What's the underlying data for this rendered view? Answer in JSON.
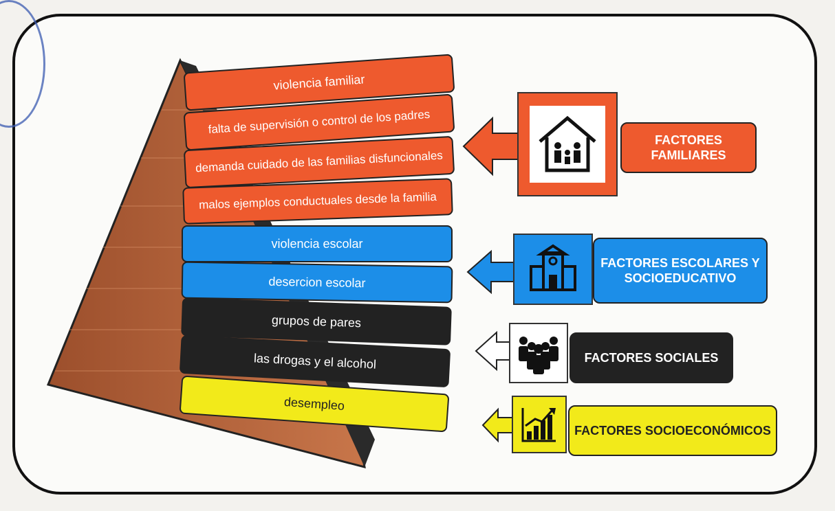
{
  "pyramid": {
    "bars": [
      {
        "text": "violencia familiar",
        "group": "red"
      },
      {
        "text": "falta de supervisión o control de los padres",
        "group": "red"
      },
      {
        "text": "demanda cuidado de las familias disfuncionales",
        "group": "red"
      },
      {
        "text": "malos ejemplos conductuales desde la familia",
        "group": "red"
      },
      {
        "text": "violencia escolar",
        "group": "blue"
      },
      {
        "text": "desercion escolar",
        "group": "blue"
      },
      {
        "text": "grupos de pares",
        "group": "black"
      },
      {
        "text": "las drogas y el alcohol",
        "group": "black"
      },
      {
        "text": "desempleo",
        "group": "yellow"
      }
    ]
  },
  "factors": [
    {
      "label": "FACTORES FAMILIARES",
      "icon": "house-family-icon",
      "color": "#ee5a2e"
    },
    {
      "label": "FACTORES ESCOLARES Y SOCIOEDUCATIVO",
      "icon": "school-building-icon",
      "color": "#1c8ee8"
    },
    {
      "label": "FACTORES SOCIALES",
      "icon": "group-people-icon",
      "color": "#222222"
    },
    {
      "label": "FACTORES SOCIOECONÓMICOS",
      "icon": "growth-chart-icon",
      "color": "#f2ea1a"
    }
  ],
  "colors": {
    "red": "#ee5a2e",
    "blue": "#1c8ee8",
    "black": "#222222",
    "yellow": "#f2ea1a",
    "pyramid": "#b8633a"
  }
}
